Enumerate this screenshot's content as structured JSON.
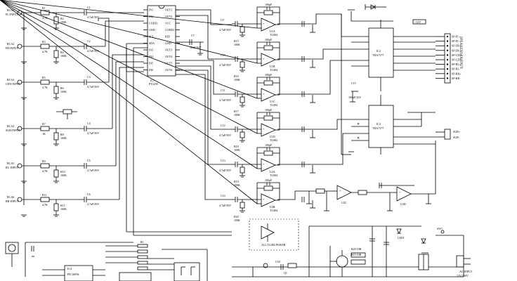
{
  "inputs": [
    {
      "ref": "RCA1",
      "name": "FL-INPUT",
      "r1": "R1",
      "r1v": "4.7K",
      "r2": "R2",
      "r2v": "100K",
      "c": "C1",
      "cv": "4.7uF/50V"
    },
    {
      "ref": "RCA2",
      "name": "FR-INPUT",
      "r1": "R3",
      "r1v": "4.7K",
      "r2": "R4",
      "r2v": "100K",
      "c": "C2",
      "cv": "4.7uF/50V"
    },
    {
      "ref": "RCA3",
      "name": "CEN-INPUT",
      "r1": "R5",
      "r1v": "4.7K",
      "r2": "R6",
      "r2v": "100K",
      "c": "C3",
      "cv": "4.7uF/50V"
    },
    {
      "ref": "RCA4",
      "name": "SUB-INPUT",
      "r1": "R7",
      "r1v": "1K",
      "r2": "R8",
      "r2v": "100K",
      "c": "C4",
      "cv": "4.7uF/50V"
    },
    {
      "ref": "RCA5",
      "name": "RL-INPUT",
      "r1": "R9",
      "r1v": "4.7K",
      "r2": "R10",
      "r2v": "100K",
      "c": "C5",
      "cv": "4.7uF/50V"
    },
    {
      "ref": "RCA6",
      "name": "RR-INPUT",
      "r1": "R11",
      "r1v": "4.7K",
      "r2": "R12",
      "r2v": "100K",
      "c": "C6",
      "cv": "4.7uF/50V"
    }
  ],
  "ic1": {
    "ref": "IC1",
    "part": "PT2258",
    "left_pins": [
      "IN1",
      "IN2",
      "CODE1",
      "GND",
      "SCL",
      "SDA",
      "IN3",
      "IN4",
      "IN5",
      "IN6"
    ],
    "right_pins": [
      "OUT1",
      "OUT2",
      "VCC",
      "CODE2",
      "REF",
      "GND",
      "OUT3",
      "OUT4",
      "OUT5",
      "OUT6"
    ]
  },
  "opamps": [
    {
      "ref": "U1A",
      "part": "TL084",
      "c": "C9",
      "cv": "4.7uF/50V",
      "r": "R15",
      "rv": "100K",
      "fb": "100pF"
    },
    {
      "ref": "U1B",
      "part": "TL084",
      "c": "C10",
      "cv": "4.7uF/50V",
      "r": "R16",
      "rv": "100K",
      "fb": "100pF"
    },
    {
      "ref": "U1C",
      "part": "TL084",
      "c": "C11",
      "cv": "4.7uF/50V",
      "r": "R17",
      "rv": "100K",
      "fb": "100pF"
    },
    {
      "ref": "U1D",
      "part": "TL084",
      "c": "C12",
      "cv": "4.7uF/50V",
      "r": "R18",
      "rv": "100K",
      "fb": "100pF"
    },
    {
      "ref": "U2A",
      "part": "TL084",
      "c": "C13",
      "cv": "4.7uF/50V",
      "r": "R19",
      "rv": "100K",
      "fb": "100pF"
    },
    {
      "ref": "U2B",
      "part": "TL084",
      "c": "C14",
      "cv": "4.7uF/50V",
      "r": "R20",
      "rv": "100K",
      "fb": "100pF"
    }
  ],
  "ic_amp1": {
    "ref": "IC2",
    "part": "TDA7377"
  },
  "ic_amp2": {
    "ref": "IC3",
    "part": "TDA7377"
  },
  "bottom_ops": [
    {
      "ref": "U2C",
      "part": "TL084"
    },
    {
      "ref": "U2D",
      "part": "TL084"
    }
  ],
  "speaker_outputs": [
    "SP-FL+",
    "SP-FL-",
    "SP-FR+",
    "SP-FR-",
    "SP-CEN+",
    "SP-CEN-",
    "SP-RL+",
    "SP-RL-",
    "SP-RR+",
    "SP-RR-"
  ],
  "speaker_label": "SPEAKERS OUTPUT",
  "sub_outputs": [
    "SUB+",
    "SUB-"
  ],
  "note": "ALL TL084 POWER",
  "vcc_tag": "+12V",
  "ac_input": "AC INPUT",
  "ac_sub": "12V/230V"
}
